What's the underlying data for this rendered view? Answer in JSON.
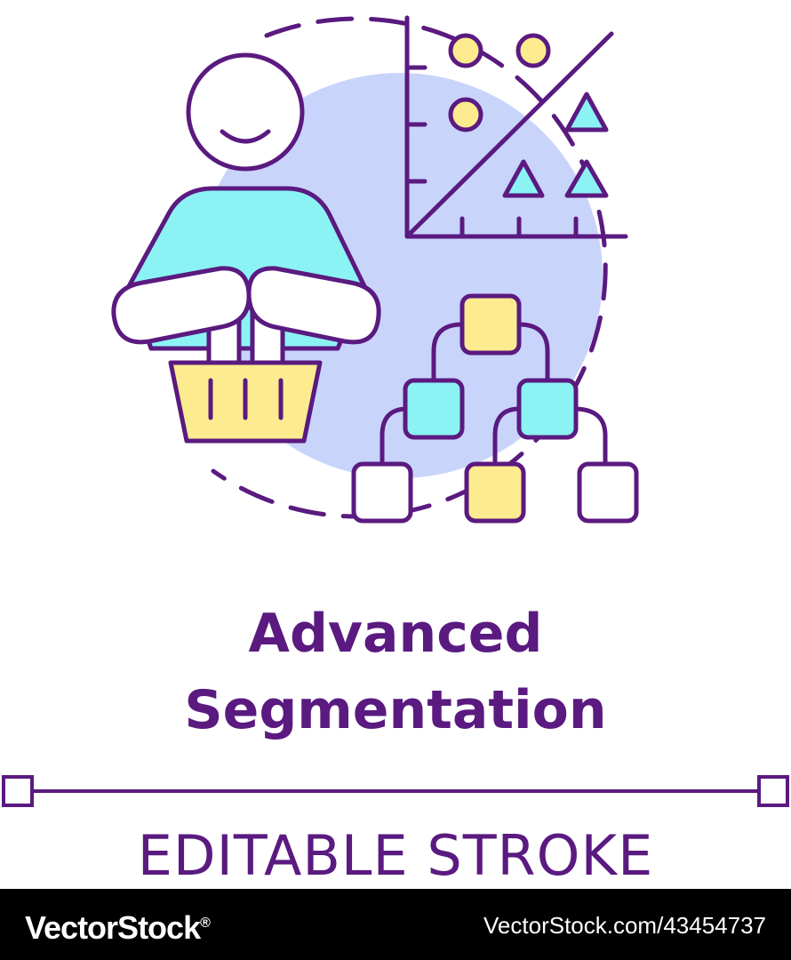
{
  "title": {
    "line1": "Advanced",
    "line2": "Segmentation"
  },
  "caption": "EDITABLE STROKE",
  "footer": {
    "brand": "VectorStock",
    "trademark": "®",
    "image_id": "VectorStock.com/43454737"
  },
  "colors": {
    "stroke": "#5a1a80",
    "blob": "#c9d4fb",
    "cyan": "#8cf3f5",
    "yellow": "#fdec8f",
    "background": "#ffffff",
    "footer_bg": "#000000"
  },
  "icons": [
    "person-with-basket-icon",
    "scatter-plot-icon",
    "decision-tree-icon"
  ]
}
